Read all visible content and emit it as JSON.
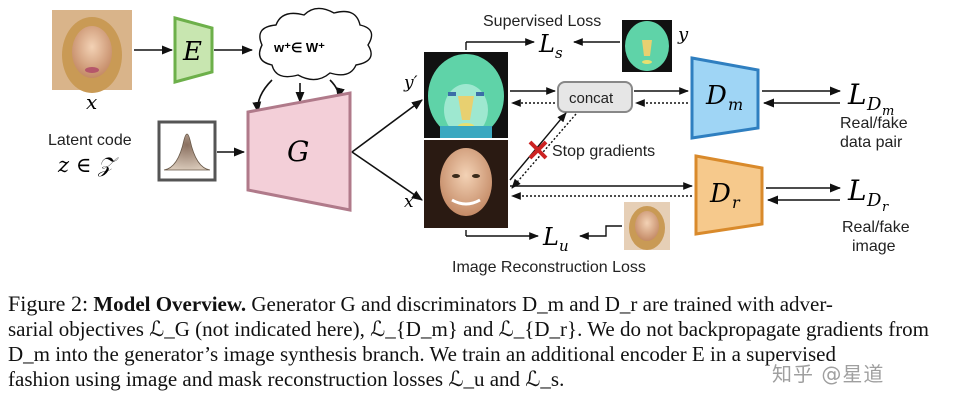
{
  "diagram": {
    "input_label": "x",
    "encoder_label": "E",
    "w_label": "w⁺∈ W⁺",
    "latent_label": "Latent code",
    "z_label": "z ∈ 𝒵",
    "generator_label": "G",
    "y_prime_label": "y′",
    "x_prime_label": "x′",
    "supervised_loss": "Supervised Loss",
    "ls_label": "L",
    "ls_sub": "s",
    "y_label": "y",
    "concat_label": "concat",
    "stop_gradients": "Stop gradients",
    "dm_label": "D",
    "dm_sub": "m",
    "ldm_label": "L",
    "ldm_sub": "D",
    "ldm_subsub": "m",
    "dm_output_line1": "Real/fake",
    "dm_output_line2": "data pair",
    "dr_label": "D",
    "dr_sub": "r",
    "ldr_label": "L",
    "ldr_sub": "D",
    "ldr_subsub": "r",
    "dr_output_line1": "Real/fake",
    "dr_output_line2": "image",
    "lu_label": "L",
    "lu_sub": "u",
    "recon_loss": "Image Reconstruction Loss",
    "colors": {
      "encoder_fill": "#c8e6b0",
      "encoder_stroke": "#6db04a",
      "generator_fill": "#f3cfd8",
      "generator_stroke": "#b07a8a",
      "dm_fill": "#9fd5f5",
      "dm_stroke": "#2f7fc0",
      "dr_fill": "#f6c98c",
      "dr_stroke": "#d98a2b",
      "mask_face": "#5fd3a8",
      "stop_x": "#cc2222"
    }
  },
  "caption": {
    "figure": "Figure 2:",
    "title": "Model Overview.",
    "line1": " Generator G and discriminators D_m and D_r are trained with adver-",
    "line2": "sarial objectives ℒ_G (not indicated here), ℒ_{D_m} and ℒ_{D_r}. We do not backpropagate gradients from",
    "line3": "D_m into the generator’s image synthesis branch. We train an additional encoder E in a supervised",
    "line4": "fashion using image and mask reconstruction losses ℒ_u and ℒ_s."
  },
  "watermark": "知乎 @星道"
}
